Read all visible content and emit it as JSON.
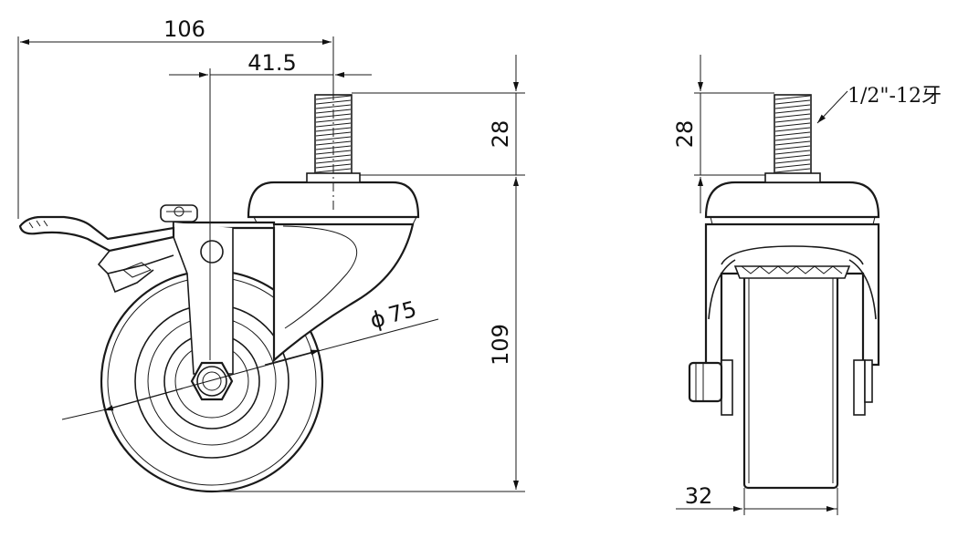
{
  "drawing": {
    "side_view": {
      "overall_width": "106",
      "stem_offset": "41.5",
      "stem_height": "28",
      "overall_height": "109",
      "wheel_diameter": "75",
      "diameter_symbol": "ϕ"
    },
    "front_view": {
      "stem_height": "28",
      "thread_spec": "1/2\"-12牙",
      "wheel_width": "32"
    }
  }
}
